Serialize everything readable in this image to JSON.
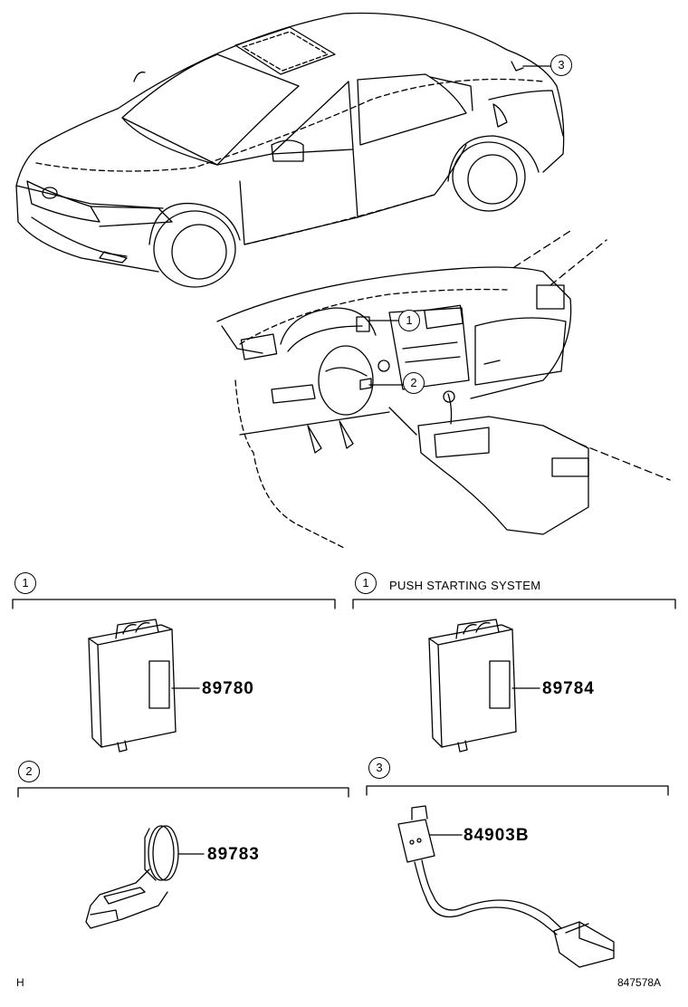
{
  "callouts": {
    "c1": "1",
    "c2": "2",
    "c3": "3"
  },
  "sections": [
    {
      "marker": "1",
      "header": "",
      "part": "89780"
    },
    {
      "marker": "1",
      "header": "PUSH STARTING SYSTEM",
      "part": "89784"
    },
    {
      "marker": "2",
      "header": "",
      "part": "89783"
    },
    {
      "marker": "3",
      "header": "",
      "part": "84903B"
    }
  ],
  "footer": {
    "left": "H",
    "right": "847578A"
  }
}
